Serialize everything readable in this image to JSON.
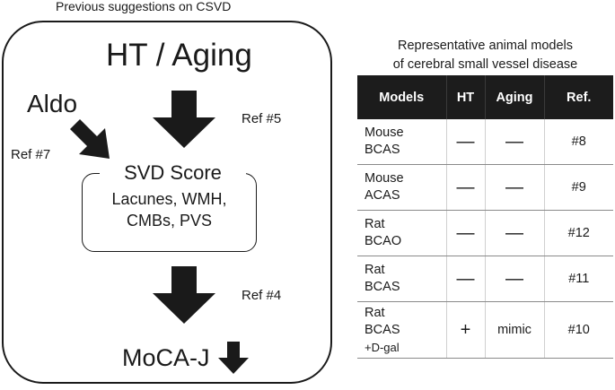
{
  "left_panel": {
    "title": "Previous suggestions on CSVD",
    "top_cause": "HT / Aging",
    "side_cause": "Aldo",
    "refs": {
      "ref_ht": "Ref #5",
      "ref_aldo": "Ref #7",
      "ref_moca": "Ref #4"
    },
    "svd": {
      "title": "SVD Score",
      "items": [
        "Lacunes, WMH,",
        "CMBs, PVS"
      ]
    },
    "outcome": "MoCA-J"
  },
  "right_panel": {
    "title_lines": [
      "Representative animal models",
      "of cerebral small vessel disease"
    ],
    "columns": [
      "Models",
      "HT",
      "Aging",
      "Ref."
    ],
    "rows": [
      {
        "model": [
          "Mouse",
          "BCAS"
        ],
        "ht": "—",
        "aging": "—",
        "ref": "#8"
      },
      {
        "model": [
          "Mouse",
          "ACAS"
        ],
        "ht": "—",
        "aging": "—",
        "ref": "#9"
      },
      {
        "model": [
          "Rat",
          "BCAO"
        ],
        "ht": "—",
        "aging": "—",
        "ref": "#12"
      },
      {
        "model": [
          "Rat",
          "BCAS"
        ],
        "ht": "—",
        "aging": "—",
        "ref": "#11"
      },
      {
        "model": [
          "Rat",
          "BCAS",
          "+D-gal"
        ],
        "ht": "+",
        "aging": "mimic",
        "ref": "#10"
      }
    ]
  },
  "colors": {
    "ink": "#1a1a1a",
    "table_header_bg": "#1c1c1c",
    "table_header_text": "#ffffff"
  }
}
